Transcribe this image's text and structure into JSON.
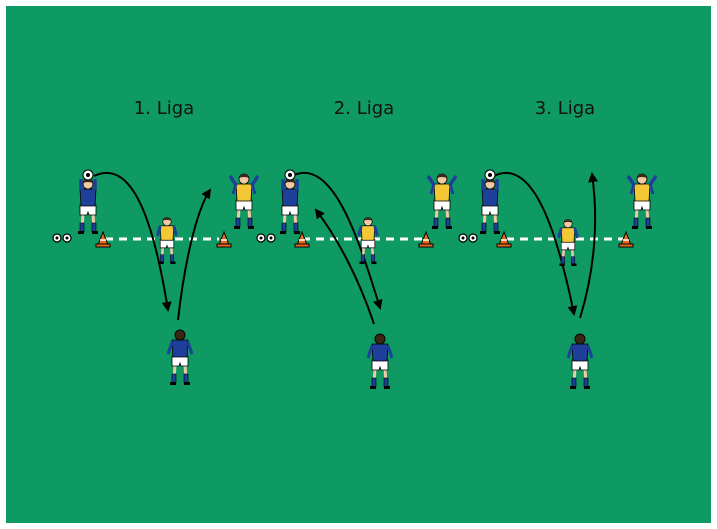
{
  "labels": {
    "league_1": "1. Liga",
    "league_2": "2. Liga",
    "league_3": "3. Liga"
  },
  "colors": {
    "pitch": "#0f9a63",
    "blue_team": "#1e3f9a",
    "yellow_bib": "#f3c736",
    "shorts": "#ffffff",
    "socks": "#1e3f9a",
    "cone": "#e8691c",
    "line": "#ffffff",
    "arrow": "#000000"
  }
}
